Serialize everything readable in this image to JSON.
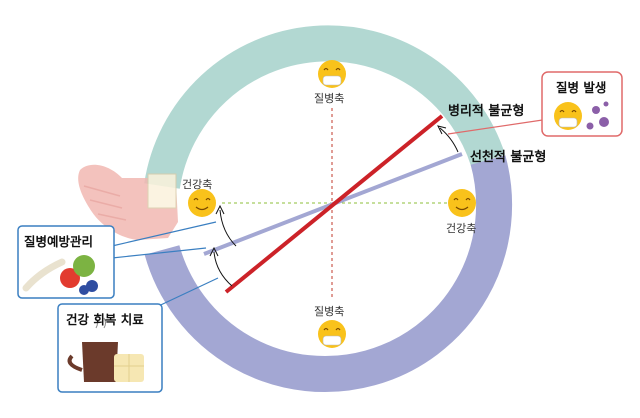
{
  "axes": {
    "disease_top": "질병축",
    "disease_bottom": "질병축",
    "health_left": "건강축",
    "health_right": "건강축"
  },
  "lines": {
    "pathologic": "병리적 불균형",
    "innate": "선천적 불균형"
  },
  "boxes": {
    "disease_onset": "질병 발생",
    "prevention": "질병예방관리",
    "recovery": "건강 회복 치료"
  },
  "colors": {
    "ring_teal": "#b2d8d2",
    "ring_lavender": "#a3a7d3",
    "pathologic_line": "#cc2228",
    "innate_line": "#a3a7d3",
    "callout_red_border": "#e06a6a",
    "callout_blue_border": "#3a7fc1",
    "health_face": "#f9c21b",
    "hand": "#f2b8b2"
  },
  "icons": [
    "sick-face-mask-icon",
    "smiling-face-icon",
    "hand-icon",
    "vegetables-icon",
    "herbal-tea-icon",
    "virus-icon"
  ]
}
